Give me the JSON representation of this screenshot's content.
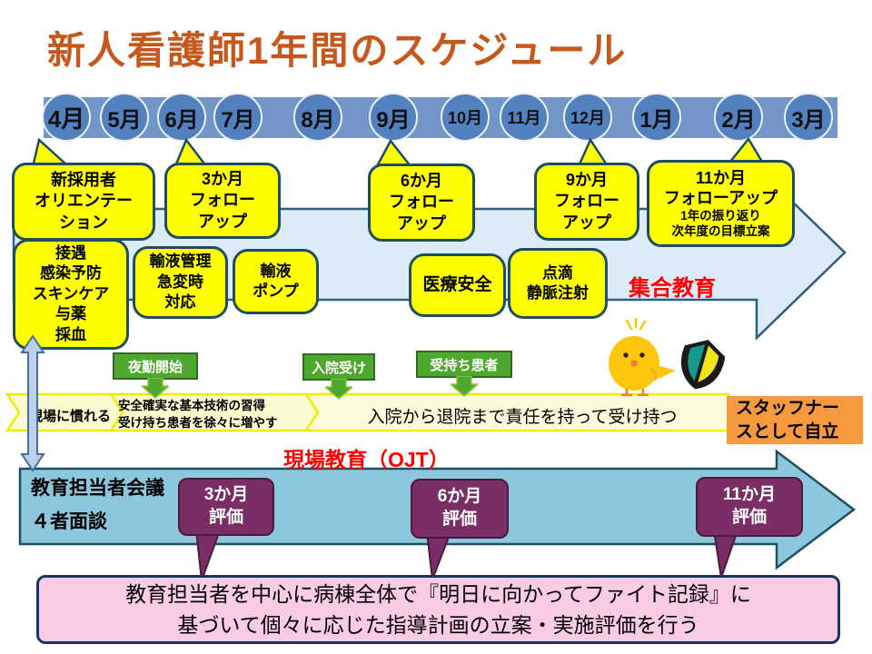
{
  "title": "新人看護師1年間のスケジュール",
  "timeline": {
    "months": [
      "4月",
      "5月",
      "6月",
      "7月",
      "8月",
      "9月",
      "10月",
      "11月",
      "12月",
      "1月",
      "2月",
      "3月"
    ]
  },
  "followups": [
    {
      "label": "新採用者\nオリエンテー\nション"
    },
    {
      "label": "3か月\nフォロー\nアップ"
    },
    {
      "label": "6か月\nフォロー\nアップ"
    },
    {
      "label": "9か月\nフォロー\nアップ"
    },
    {
      "label": "11か月\nフォローアップ",
      "sub": "1年の振り返り\n次年度の目標立案"
    }
  ],
  "group_training": {
    "label": "集合教育",
    "topics": [
      {
        "label": "接遇\n感染予防\nスキンケア\n与薬\n採血"
      },
      {
        "label": "輸液管理\n急変時\n対応"
      },
      {
        "label": "輸液\nポンプ"
      },
      {
        "label": "医療安全"
      },
      {
        "label": "点滴\n静脈注射"
      }
    ]
  },
  "milestones": [
    {
      "label": "夜勤開始"
    },
    {
      "label": "入院受け"
    },
    {
      "label": "受持ち患者"
    }
  ],
  "phase_banner": {
    "segments": [
      {
        "label": "現場に慣れる"
      },
      {
        "label": "安全確実な基本技術の習得\n受け持ち患者を徐々に増やす"
      },
      {
        "label": "入院から退院まで責任を持って受け持つ"
      }
    ]
  },
  "independence": {
    "label": "スタッフナー\nスとして自立"
  },
  "ojt": {
    "label": "現場教育（OJT）",
    "items": [
      {
        "label": "教育担当者会議"
      },
      {
        "label": "４者面談"
      }
    ],
    "evaluations": [
      {
        "label": "3か月\n評価"
      },
      {
        "label": "6か月\n評価"
      },
      {
        "label": "11か月\n評価"
      }
    ]
  },
  "bottom_note": "教育担当者を中心に病棟全体で『明日に向かってファイト記録』に\n基づいて個々に応じた指導計画の立案・実施評価を行う",
  "icons": {
    "chick": "chick-icon",
    "beginner_mark": "beginner-mark-icon"
  },
  "colors": {
    "title_orange": "#C5581D",
    "highlight_red": "#FF0000",
    "box_yellow": "#FFFF00",
    "box_border_navy": "#1F4E63",
    "timeline_bar_blue": "#7296C7",
    "timeline_circle_blue": "#5380BE",
    "big_arrow_lightblue": "#DCEBF7",
    "ojt_arrow_blue": "#8CC7DD",
    "green": "#4EA72E",
    "banner_pale_yellow": "#FBFBD0",
    "orange": "#F7993F",
    "purple": "#7B2E66",
    "pink": "#F9CBE5"
  }
}
